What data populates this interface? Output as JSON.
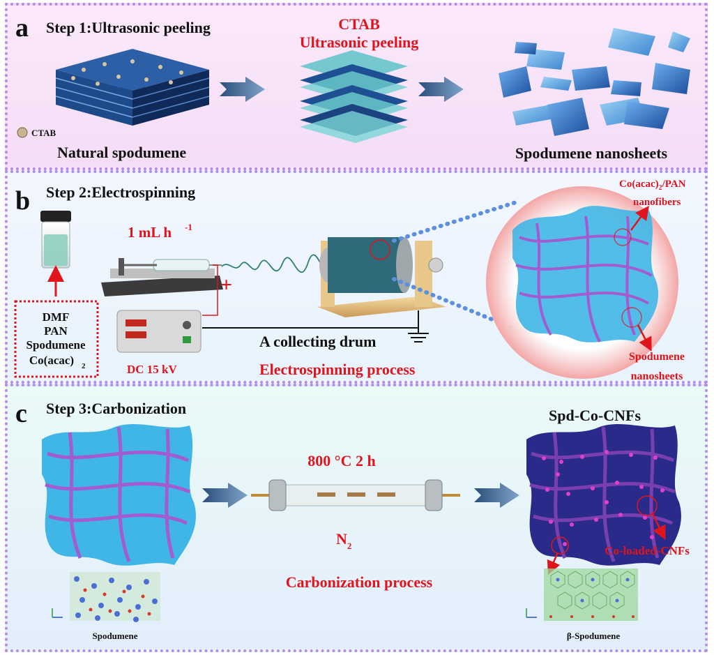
{
  "colors": {
    "accent_red": "#e0141c",
    "border_purple": "#b48be8",
    "sheet_blue": "#1f5aa8",
    "fiber_purple": "#a25bd0"
  },
  "panel_a": {
    "letter": "a",
    "step_title": "Step 1:Ultrasonic peeling",
    "ctab_top": "CTAB",
    "ultrasonic_label": "Ultrasonic peeling",
    "ctab_legend": "CTAB",
    "natural_label": "Natural spodumene",
    "nanosheets_label": "Spodumene nanosheets"
  },
  "panel_b": {
    "letter": "b",
    "step_title": "Step 2:Electrospinning",
    "flow_rate": "1 mL h",
    "flow_rate_sup": "-1",
    "ingredients": [
      "DMF",
      "PAN",
      "Spodumene",
      "Co(acac)"
    ],
    "ingredient_sub": "2",
    "voltage": "DC 15 kV",
    "plus": "+",
    "drum_label": "A collecting drum",
    "process_label": "Electrospinning process",
    "nanofiber_label_pre": "Co(acac)",
    "nanofiber_label_sub": "2",
    "nanofiber_label_post": "/PAN",
    "nanofiber_label_line2": "nanofibers",
    "nanosheet_label_line1": "Spodumene",
    "nanosheet_label_line2": "nanosheets"
  },
  "panel_c": {
    "letter": "c",
    "step_title": "Step 3:Carbonization",
    "condition": "800 °C 2 h",
    "gas": "N",
    "gas_sub": "2",
    "process_label": "Carbonization process",
    "product_title": "Spd-Co-CNFs",
    "co_label": "Co-loaded-CNFs",
    "crystal_left": "Spodumene",
    "crystal_right": "β-Spodumene"
  }
}
